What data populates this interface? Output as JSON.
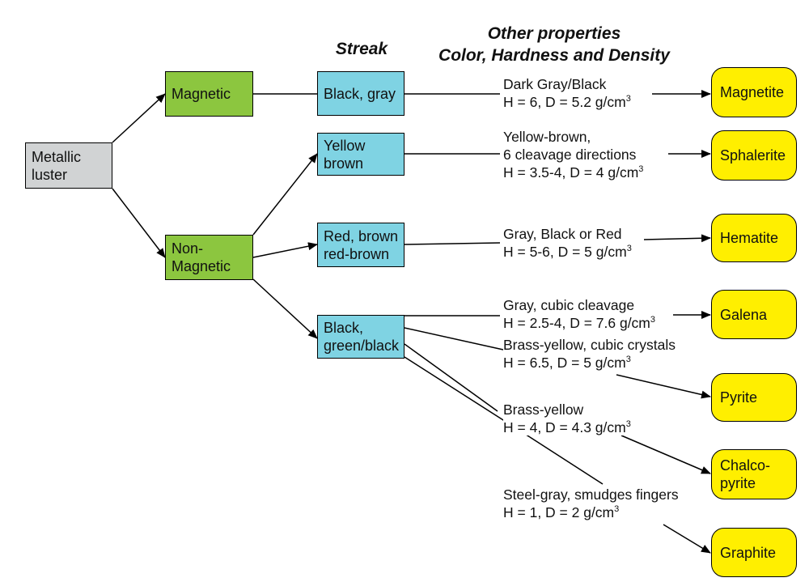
{
  "headings": {
    "streak": "Streak",
    "other_line1": "Other properties",
    "other_line2": "Color, Hardness and Density"
  },
  "root": {
    "line1": "Metallic",
    "line2": "luster"
  },
  "magnetic": {
    "line1": "Magnetic"
  },
  "nonmagnetic": {
    "line1": "Non-",
    "line2": "Magnetic"
  },
  "streaks": {
    "black_gray": "Black, gray",
    "yellow_brown": {
      "line1": "Yellow",
      "line2": "brown"
    },
    "red_brown": {
      "line1": "Red, brown",
      "line2": "red-brown"
    },
    "black_green": {
      "line1": "Black,",
      "line2": "green/black"
    }
  },
  "properties": {
    "magnetite": {
      "line1": "Dark Gray/Black",
      "line2": "H = 6, D = 5.2 g/cm",
      "sup": "3"
    },
    "sphalerite": {
      "line1": "Yellow-brown,",
      "line2": "6 cleavage directions",
      "line3": "H = 3.5-4, D = 4 g/cm",
      "sup": "3"
    },
    "hematite": {
      "line1": "Gray, Black or Red",
      "line2": "H = 5-6, D = 5 g/cm",
      "sup": "3"
    },
    "galena": {
      "line1": "Gray, cubic cleavage",
      "line2": "H = 2.5-4, D = 7.6 g/cm",
      "sup": "3"
    },
    "pyrite": {
      "line1": "Brass-yellow, cubic crystals",
      "line2": "H = 6.5, D = 5 g/cm",
      "sup": "3"
    },
    "chalcopyrite": {
      "line1": "Brass-yellow",
      "line2": "H = 4, D = 4.3 g/cm",
      "sup": "3"
    },
    "graphite": {
      "line1": "Steel-gray, smudges fingers",
      "line2": "H = 1, D = 2 g/cm",
      "sup": "3"
    }
  },
  "minerals": {
    "magnetite": "Magnetite",
    "sphalerite": "Sphalerite",
    "hematite": "Hematite",
    "galena": "Galena",
    "pyrite": "Pyrite",
    "chalcopyrite": {
      "line1": "Chalco-",
      "line2": "pyrite"
    },
    "graphite": "Graphite"
  }
}
